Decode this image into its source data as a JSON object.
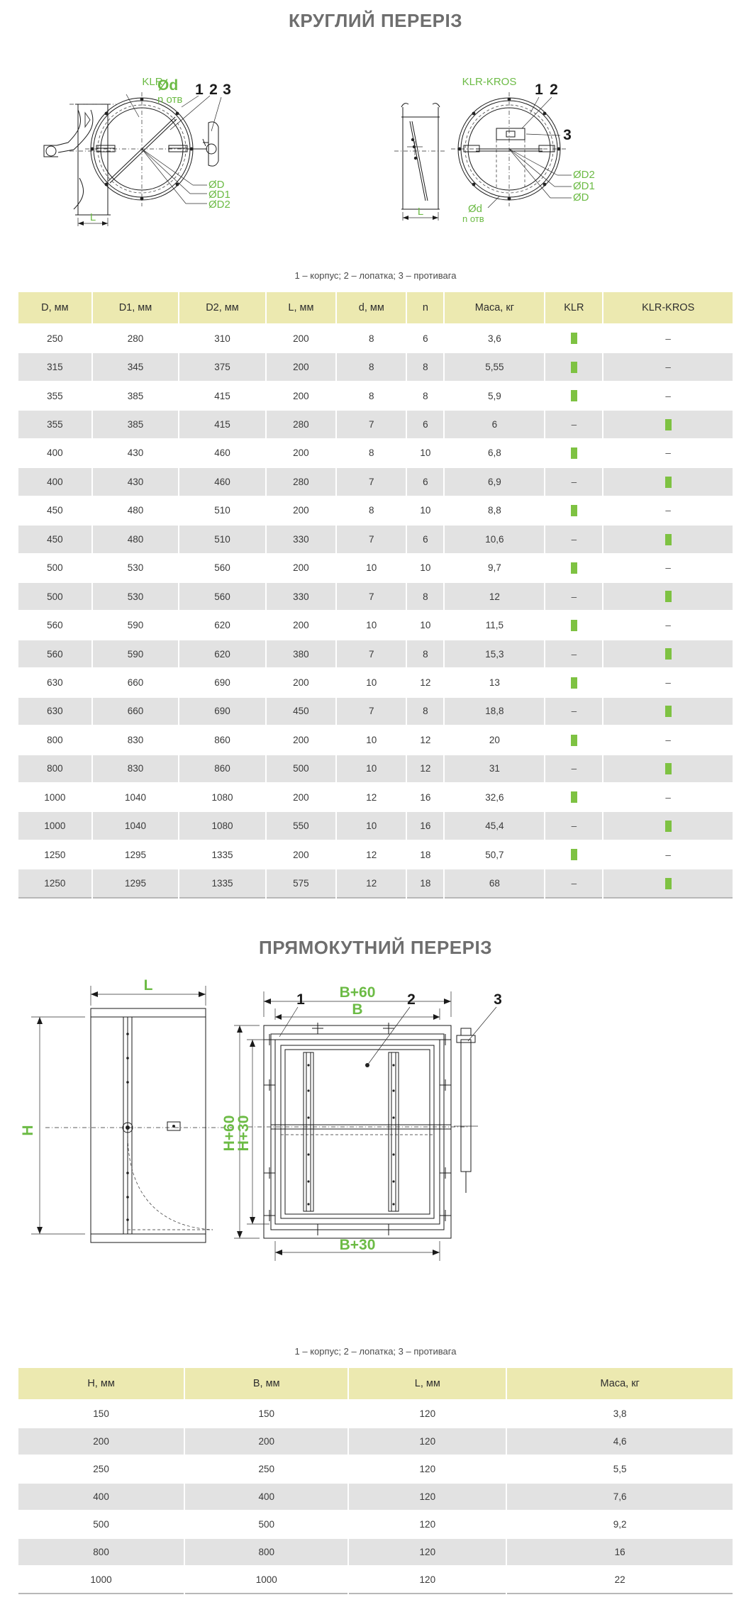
{
  "sections": {
    "round": {
      "title": "КРУГЛИЙ ПЕРЕРІЗ",
      "caption": "1 – корпус; 2 – лопатка; 3 – противага",
      "drawing_labels": {
        "klr": "KLR",
        "klr_kros": "KLR-KROS",
        "od": "Ød",
        "n_otv": "n отв",
        "oD": "ØD",
        "oD1": "ØD1",
        "oD2": "ØD2",
        "L": "L",
        "item1": "1",
        "item2": "2",
        "item3": "3"
      }
    },
    "rect": {
      "title": "ПРЯМОКУТНИЙ ПЕРЕРІЗ",
      "caption": "1 – корпус; 2 – лопатка; 3 – противага",
      "drawing_labels": {
        "L": "L",
        "H": "H",
        "B": "B",
        "B_plus_60": "B+60",
        "B_plus_30": "B+30",
        "H_plus_60": "H+60",
        "H_plus_30": "H+30",
        "item1": "1",
        "item2": "2",
        "item3": "3"
      }
    }
  },
  "colors": {
    "accent_green": "#7ec242",
    "header_bg": "#ece9b0",
    "row_alt_bg": "#e2e2e2",
    "title_gray": "#6e6e6e"
  },
  "round_table": {
    "headers": [
      "D, мм",
      "D1, мм",
      "D2, мм",
      "L, мм",
      "d, мм",
      "n",
      "Маса, кг",
      "KLR",
      "KLR-KROS"
    ],
    "rows": [
      {
        "D": "250",
        "D1": "280",
        "D2": "310",
        "L": "200",
        "d": "8",
        "n": "6",
        "mass": "3,6",
        "klr": "mark",
        "kros": "dash"
      },
      {
        "D": "315",
        "D1": "345",
        "D2": "375",
        "L": "200",
        "d": "8",
        "n": "8",
        "mass": "5,55",
        "klr": "mark",
        "kros": "dash"
      },
      {
        "D": "355",
        "D1": "385",
        "D2": "415",
        "L": "200",
        "d": "8",
        "n": "8",
        "mass": "5,9",
        "klr": "mark",
        "kros": "dash"
      },
      {
        "D": "355",
        "D1": "385",
        "D2": "415",
        "L": "280",
        "d": "7",
        "n": "6",
        "mass": "6",
        "klr": "dash",
        "kros": "mark"
      },
      {
        "D": "400",
        "D1": "430",
        "D2": "460",
        "L": "200",
        "d": "8",
        "n": "10",
        "mass": "6,8",
        "klr": "mark",
        "kros": "dash"
      },
      {
        "D": "400",
        "D1": "430",
        "D2": "460",
        "L": "280",
        "d": "7",
        "n": "6",
        "mass": "6,9",
        "klr": "dash",
        "kros": "mark"
      },
      {
        "D": "450",
        "D1": "480",
        "D2": "510",
        "L": "200",
        "d": "8",
        "n": "10",
        "mass": "8,8",
        "klr": "mark",
        "kros": "dash"
      },
      {
        "D": "450",
        "D1": "480",
        "D2": "510",
        "L": "330",
        "d": "7",
        "n": "6",
        "mass": "10,6",
        "klr": "dash",
        "kros": "mark"
      },
      {
        "D": "500",
        "D1": "530",
        "D2": "560",
        "L": "200",
        "d": "10",
        "n": "10",
        "mass": "9,7",
        "klr": "mark",
        "kros": "dash"
      },
      {
        "D": "500",
        "D1": "530",
        "D2": "560",
        "L": "330",
        "d": "7",
        "n": "8",
        "mass": "12",
        "klr": "dash",
        "kros": "mark"
      },
      {
        "D": "560",
        "D1": "590",
        "D2": "620",
        "L": "200",
        "d": "10",
        "n": "10",
        "mass": "11,5",
        "klr": "mark",
        "kros": "dash"
      },
      {
        "D": "560",
        "D1": "590",
        "D2": "620",
        "L": "380",
        "d": "7",
        "n": "8",
        "mass": "15,3",
        "klr": "dash",
        "kros": "mark"
      },
      {
        "D": "630",
        "D1": "660",
        "D2": "690",
        "L": "200",
        "d": "10",
        "n": "12",
        "mass": "13",
        "klr": "mark",
        "kros": "dash"
      },
      {
        "D": "630",
        "D1": "660",
        "D2": "690",
        "L": "450",
        "d": "7",
        "n": "8",
        "mass": "18,8",
        "klr": "dash",
        "kros": "mark"
      },
      {
        "D": "800",
        "D1": "830",
        "D2": "860",
        "L": "200",
        "d": "10",
        "n": "12",
        "mass": "20",
        "klr": "mark",
        "kros": "dash"
      },
      {
        "D": "800",
        "D1": "830",
        "D2": "860",
        "L": "500",
        "d": "10",
        "n": "12",
        "mass": "31",
        "klr": "dash",
        "kros": "mark"
      },
      {
        "D": "1000",
        "D1": "1040",
        "D2": "1080",
        "L": "200",
        "d": "12",
        "n": "16",
        "mass": "32,6",
        "klr": "mark",
        "kros": "dash"
      },
      {
        "D": "1000",
        "D1": "1040",
        "D2": "1080",
        "L": "550",
        "d": "10",
        "n": "16",
        "mass": "45,4",
        "klr": "dash",
        "kros": "mark"
      },
      {
        "D": "1250",
        "D1": "1295",
        "D2": "1335",
        "L": "200",
        "d": "12",
        "n": "18",
        "mass": "50,7",
        "klr": "mark",
        "kros": "dash"
      },
      {
        "D": "1250",
        "D1": "1295",
        "D2": "1335",
        "L": "575",
        "d": "12",
        "n": "18",
        "mass": "68",
        "klr": "dash",
        "kros": "mark"
      }
    ]
  },
  "rect_table": {
    "headers": [
      "H, мм",
      "B, мм",
      "L, мм",
      "Маса, кг"
    ],
    "rows": [
      {
        "H": "150",
        "B": "150",
        "L": "120",
        "mass": "3,8"
      },
      {
        "H": "200",
        "B": "200",
        "L": "120",
        "mass": "4,6"
      },
      {
        "H": "250",
        "B": "250",
        "L": "120",
        "mass": "5,5"
      },
      {
        "H": "400",
        "B": "400",
        "L": "120",
        "mass": "7,6"
      },
      {
        "H": "500",
        "B": "500",
        "L": "120",
        "mass": "9,2"
      },
      {
        "H": "800",
        "B": "800",
        "L": "120",
        "mass": "16"
      },
      {
        "H": "1000",
        "B": "1000",
        "L": "120",
        "mass": "22"
      }
    ]
  },
  "symbols": {
    "dash": "–"
  }
}
